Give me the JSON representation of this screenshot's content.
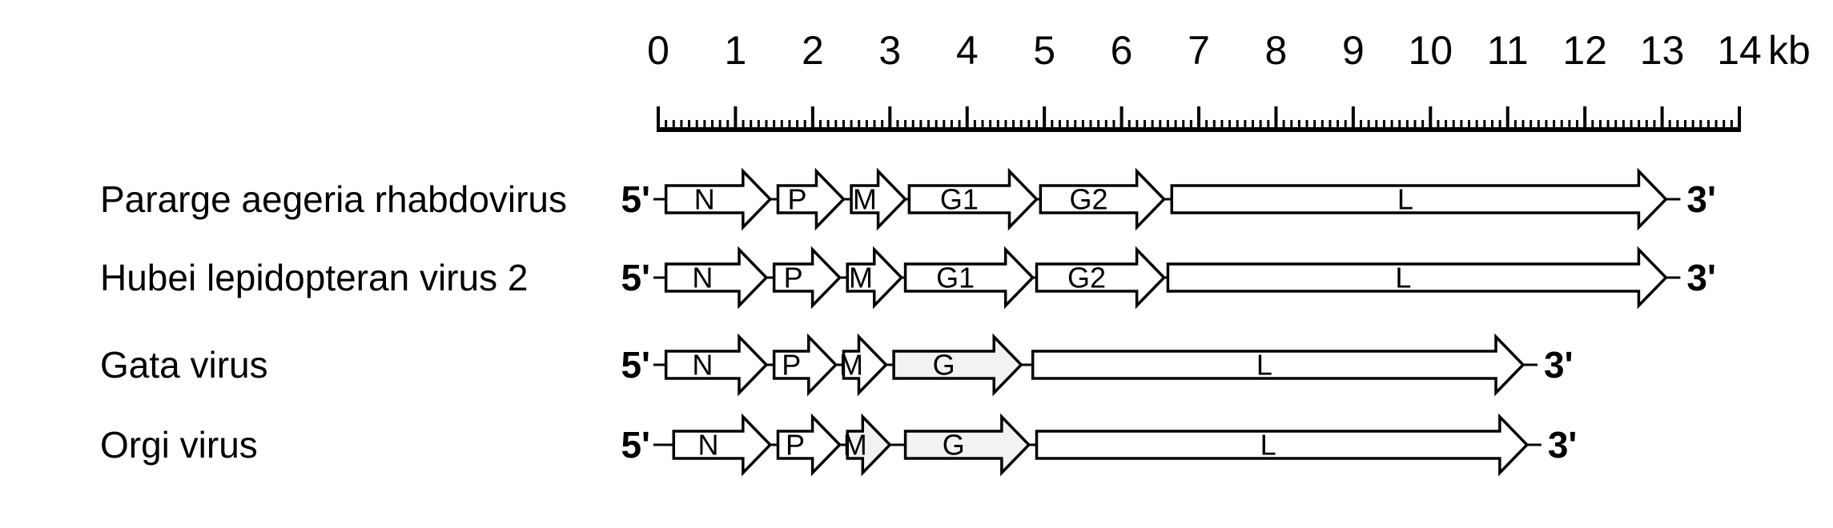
{
  "figure": {
    "background": "#ffffff",
    "ink": "#000000",
    "gene_fill_default": "#ffffff",
    "gene_fill_shaded": "#f1f2f2"
  },
  "scale": {
    "unit_label": "kb",
    "min_kb": 0,
    "max_kb": 14,
    "major_interval_kb": 1,
    "minor_interval_kb": 0.1,
    "tick_labels": [
      "0",
      "1",
      "2",
      "3",
      "4",
      "5",
      "6",
      "7",
      "8",
      "9",
      "10",
      "11",
      "12",
      "13",
      "14"
    ]
  },
  "rows": [
    {
      "label": "Pararge aegeria rhabdovirus",
      "five_prime": "5'",
      "three_prime": "3'",
      "genes": [
        {
          "name": "N",
          "start_kb": 0.1,
          "end_kb": 1.45,
          "fill": "#ffffff"
        },
        {
          "name": "P",
          "start_kb": 1.55,
          "end_kb": 2.4,
          "fill": "#ffffff"
        },
        {
          "name": "M",
          "start_kb": 2.5,
          "end_kb": 3.2,
          "fill": "#ffffff"
        },
        {
          "name": "G1",
          "start_kb": 3.25,
          "end_kb": 4.9,
          "fill": "#ffffff"
        },
        {
          "name": "G2",
          "start_kb": 4.95,
          "end_kb": 6.55,
          "fill": "#ffffff"
        },
        {
          "name": "L",
          "start_kb": 6.65,
          "end_kb": 13.05,
          "fill": "#ffffff"
        }
      ]
    },
    {
      "label": "Hubei lepidopteran virus 2",
      "five_prime": "5'",
      "three_prime": "3'",
      "genes": [
        {
          "name": "N",
          "start_kb": 0.1,
          "end_kb": 1.4,
          "fill": "#ffffff"
        },
        {
          "name": "P",
          "start_kb": 1.5,
          "end_kb": 2.35,
          "fill": "#ffffff"
        },
        {
          "name": "M",
          "start_kb": 2.45,
          "end_kb": 3.15,
          "fill": "#ffffff"
        },
        {
          "name": "G1",
          "start_kb": 3.2,
          "end_kb": 4.85,
          "fill": "#ffffff"
        },
        {
          "name": "G2",
          "start_kb": 4.9,
          "end_kb": 6.55,
          "fill": "#ffffff"
        },
        {
          "name": "L",
          "start_kb": 6.6,
          "end_kb": 13.05,
          "fill": "#ffffff"
        }
      ]
    },
    {
      "label": "Gata virus",
      "five_prime": "5'",
      "three_prime": "3'",
      "genes": [
        {
          "name": "N",
          "start_kb": 0.1,
          "end_kb": 1.4,
          "fill": "#ffffff"
        },
        {
          "name": "P",
          "start_kb": 1.5,
          "end_kb": 2.3,
          "fill": "#ffffff"
        },
        {
          "name": "M",
          "start_kb": 2.4,
          "end_kb": 2.95,
          "fill": "#ffffff"
        },
        {
          "name": "G",
          "start_kb": 3.05,
          "end_kb": 4.7,
          "fill": "#f1f2f2"
        },
        {
          "name": "L",
          "start_kb": 4.85,
          "end_kb": 11.2,
          "fill": "#ffffff"
        }
      ]
    },
    {
      "label": "Orgi virus",
      "five_prime": "5'",
      "three_prime": "3'",
      "genes": [
        {
          "name": "N",
          "start_kb": 0.2,
          "end_kb": 1.45,
          "fill": "#ffffff"
        },
        {
          "name": "P",
          "start_kb": 1.55,
          "end_kb": 2.35,
          "fill": "#ffffff"
        },
        {
          "name": "M",
          "start_kb": 2.45,
          "end_kb": 3.0,
          "fill": "#f1f2f2"
        },
        {
          "name": "G",
          "start_kb": 3.2,
          "end_kb": 4.8,
          "fill": "#f1f2f2"
        },
        {
          "name": "L",
          "start_kb": 4.9,
          "end_kb": 11.25,
          "fill": "#ffffff"
        }
      ]
    }
  ]
}
